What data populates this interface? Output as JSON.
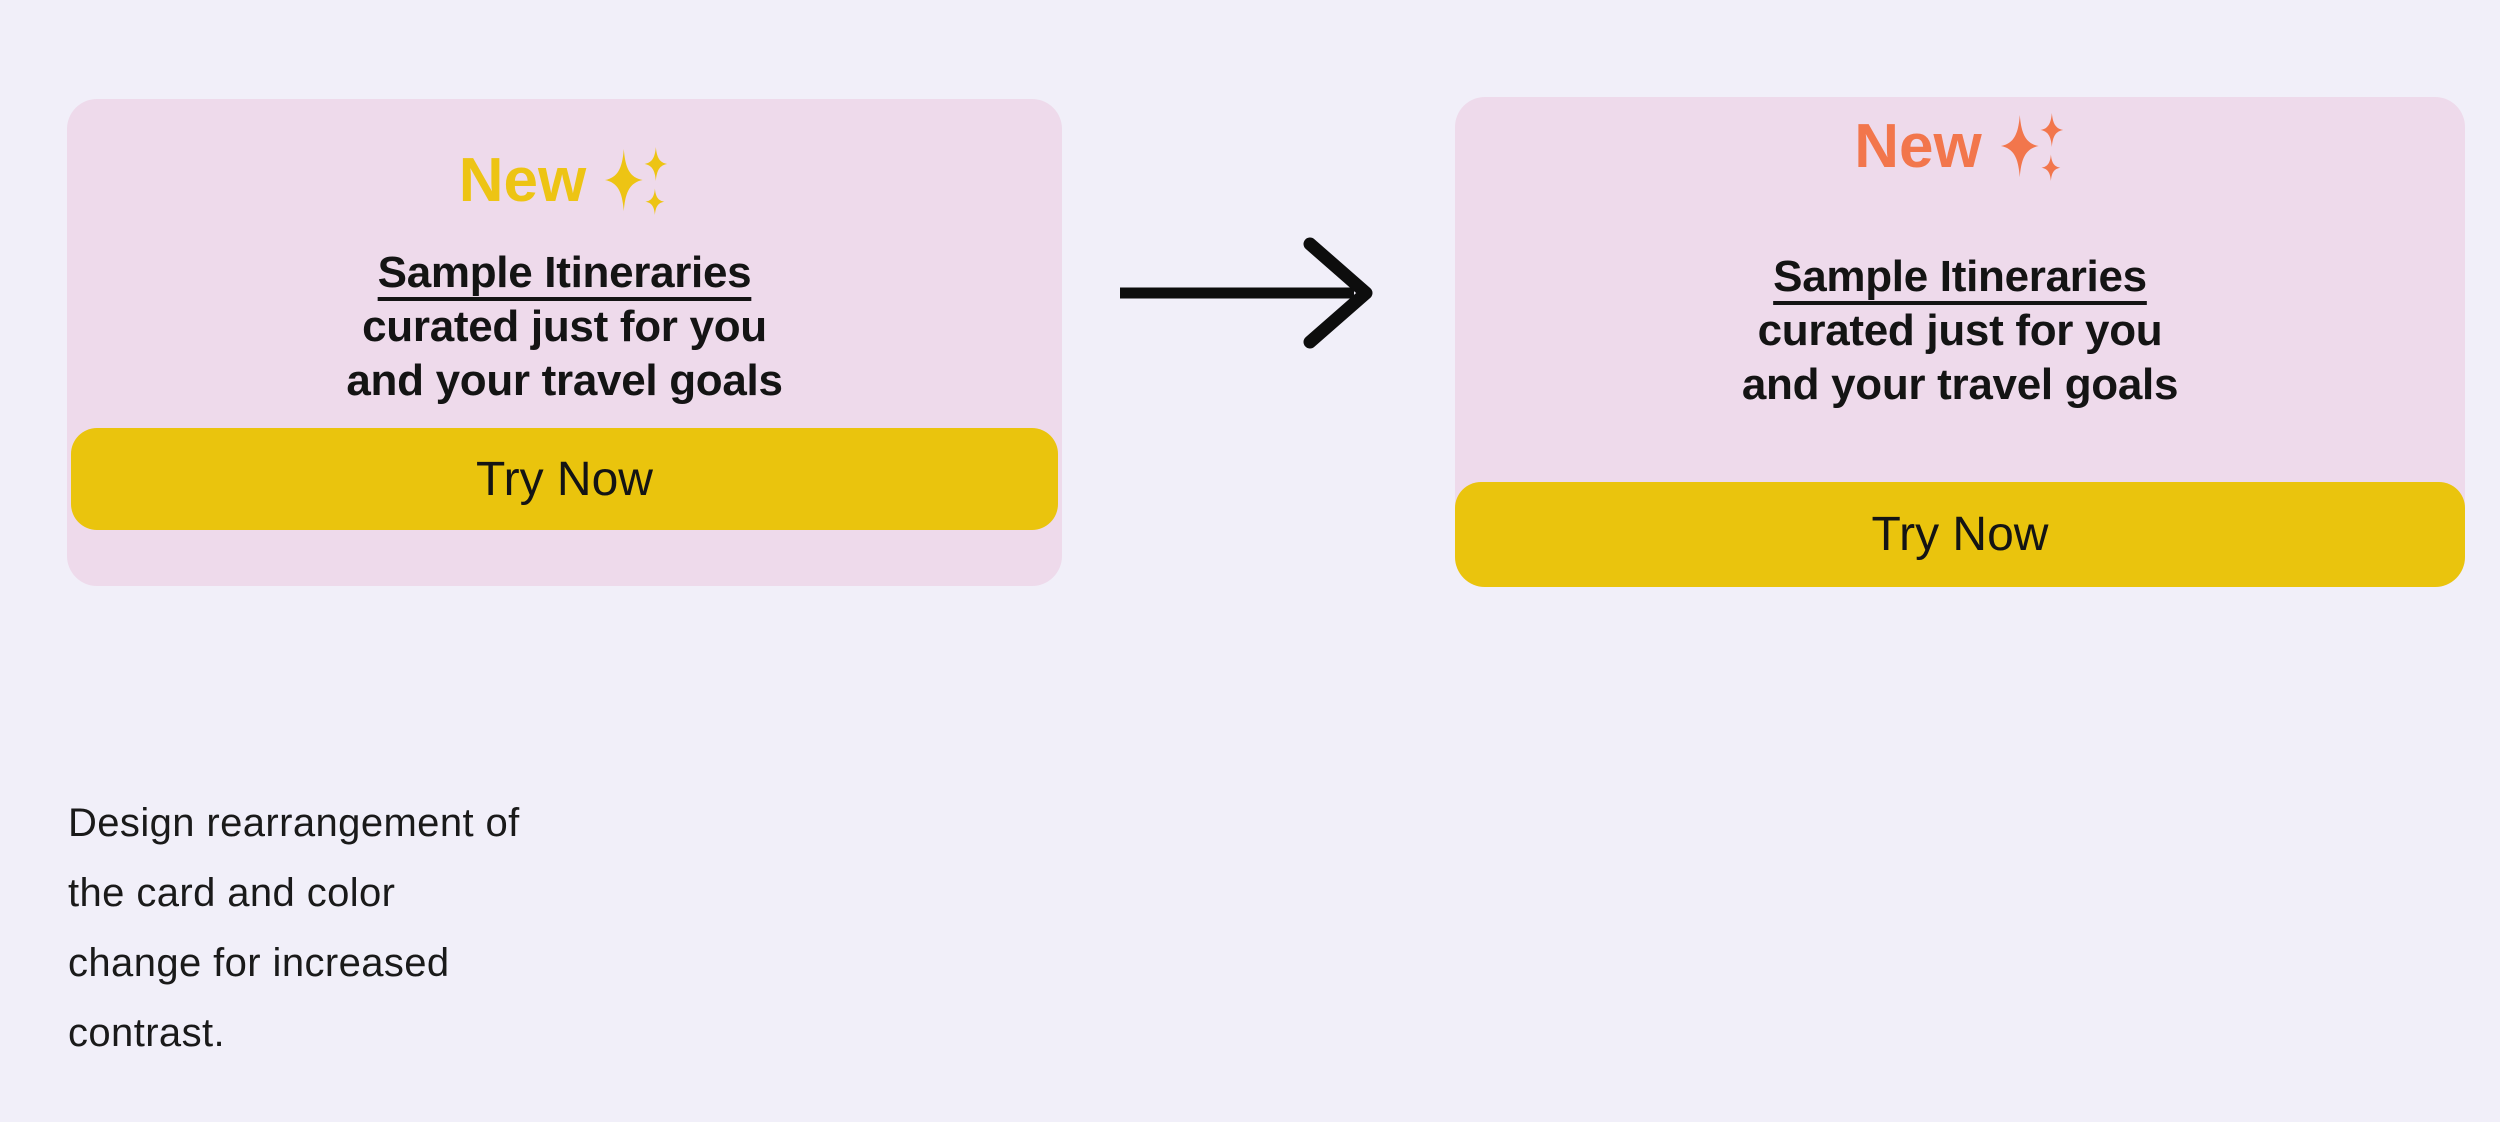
{
  "colors": {
    "page_background": "#F1EFF9",
    "card_background": "#EEDAEB",
    "button_yellow": "#EAC40D",
    "badge_yellow_before": "#EDC414",
    "badge_orange_after": "#F2764C",
    "text_black": "#141414",
    "arrow_black": "#0D0D0D"
  },
  "before_card": {
    "badge_label": "New",
    "badge_icon": "sparkles-icon",
    "badge_color": "#EDC414",
    "title": "Sample Itineraries",
    "subtitle_line1": "curated just for you",
    "subtitle_line2": "and your travel goals",
    "button_label": "Try Now"
  },
  "after_card": {
    "badge_label": "New",
    "badge_icon": "sparkles-icon",
    "badge_color": "#F2764C",
    "title": "Sample Itineraries",
    "subtitle_line1": "curated just for you",
    "subtitle_line2": "and your travel goals",
    "button_label": "Try Now"
  },
  "arrow": {
    "icon": "right-arrow-icon",
    "direction": "right"
  },
  "caption": {
    "lines": [
      "Design rearrangement of",
      "the card and color",
      "change for increased",
      "contrast."
    ]
  }
}
